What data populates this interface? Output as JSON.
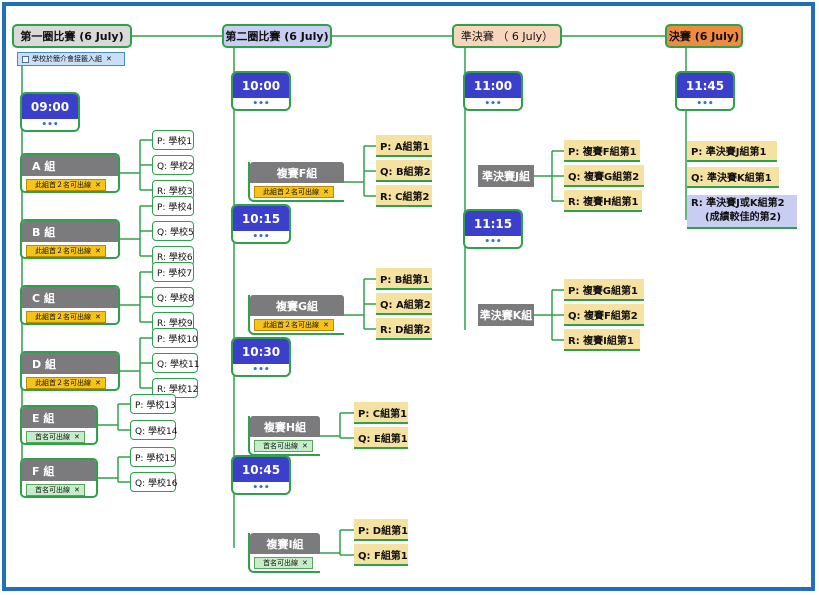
{
  "headers": [
    "第一圈比賽 (6 July)",
    "第二圈比賽 (6 July)",
    "準決賽 （ 6 July）",
    "決賽 (6 July)"
  ],
  "header1_sub": "學校於簡介會接籤入組",
  "times": [
    "09:00",
    "10:00",
    "10:15",
    "10:30",
    "10:45",
    "11:00",
    "11:15",
    "11:45"
  ],
  "dots": "•••",
  "tag_texts": {
    "top2": "此組首２名可出線",
    "first": "首名可出線",
    "x": "✕"
  },
  "round1_groups": [
    {
      "title": "A 組",
      "tag": "此組首２名可出線",
      "teams": [
        "P: 學校1",
        "Q: 學校2",
        "R: 學校3"
      ]
    },
    {
      "title": "B 組",
      "tag": "此組首２名可出線",
      "teams": [
        "P: 學校4",
        "Q: 學校5",
        "R: 學校6"
      ]
    },
    {
      "title": "C 組",
      "tag": "此組首２名可出線",
      "teams": [
        "P: 學校7",
        "Q: 學校8",
        "R: 學校9"
      ]
    },
    {
      "title": "D 組",
      "tag": "此組首２名可出線",
      "teams": [
        "P: 學校10",
        "Q: 學校11",
        "R: 學校12"
      ]
    },
    {
      "title": "E 組",
      "tag": "首名可出線",
      "teams": [
        "P: 學校13",
        "Q: 學校14"
      ]
    },
    {
      "title": "F 組",
      "tag": "首名可出線",
      "teams": [
        "P: 學校15",
        "Q: 學校16"
      ]
    }
  ],
  "round2_groups": [
    {
      "title": "複賽F組",
      "tag": "此組首２名可出線",
      "teams": [
        "P: A組第1",
        "Q: B組第2",
        "R: C組第2"
      ]
    },
    {
      "title": "複賽G組",
      "tag": "此組首２名可出線",
      "teams": [
        "P: B組第1",
        "Q: A組第2",
        "R: D組第2"
      ]
    },
    {
      "title": "複賽H組",
      "tag": "首名可出線",
      "teams": [
        "P: C組第1",
        "Q: E組第1"
      ]
    },
    {
      "title": "複賽I組",
      "tag": "首名可出線",
      "teams": [
        "P: D組第1",
        "Q: F組第1"
      ]
    }
  ],
  "semi_groups": [
    {
      "title": "準決賽J組",
      "teams": [
        "P: 複賽F組第1",
        "Q: 複賽G組第2",
        "R: 複賽H組第1"
      ]
    },
    {
      "title": "準決賽K組",
      "teams": [
        "P: 複賽G組第1",
        "Q: 複賽F組第2",
        "R: 複賽I組第1"
      ]
    }
  ],
  "final_teams": [
    "P: 準決賽J組第1",
    "Q: 準決賽K組第1",
    "R: 準決賽J或K組第2",
    "(成績較佳的第2)"
  ]
}
